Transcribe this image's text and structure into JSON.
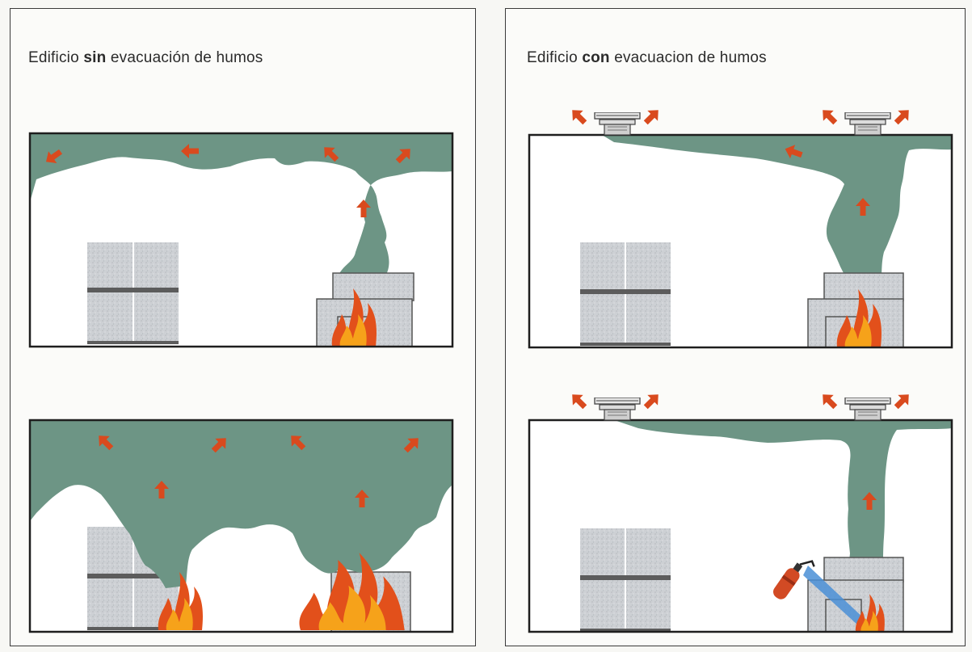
{
  "left_panel": {
    "title_pre": "Edificio ",
    "title_bold": "sin",
    "title_post": " evacuación de humos"
  },
  "right_panel": {
    "title_pre": "Edificio ",
    "title_bold": "con",
    "title_post": " evacuacion de humos"
  },
  "colors": {
    "smoke": "#6d9585",
    "arrow": "#d94a1e",
    "flame_outer": "#e2501b",
    "flame_inner": "#f6a21a",
    "box_fill": "#c9ccd0",
    "box_stroke": "#5a5a5a",
    "extinguisher": "#d24a24",
    "spray": "#4a8fd6"
  }
}
